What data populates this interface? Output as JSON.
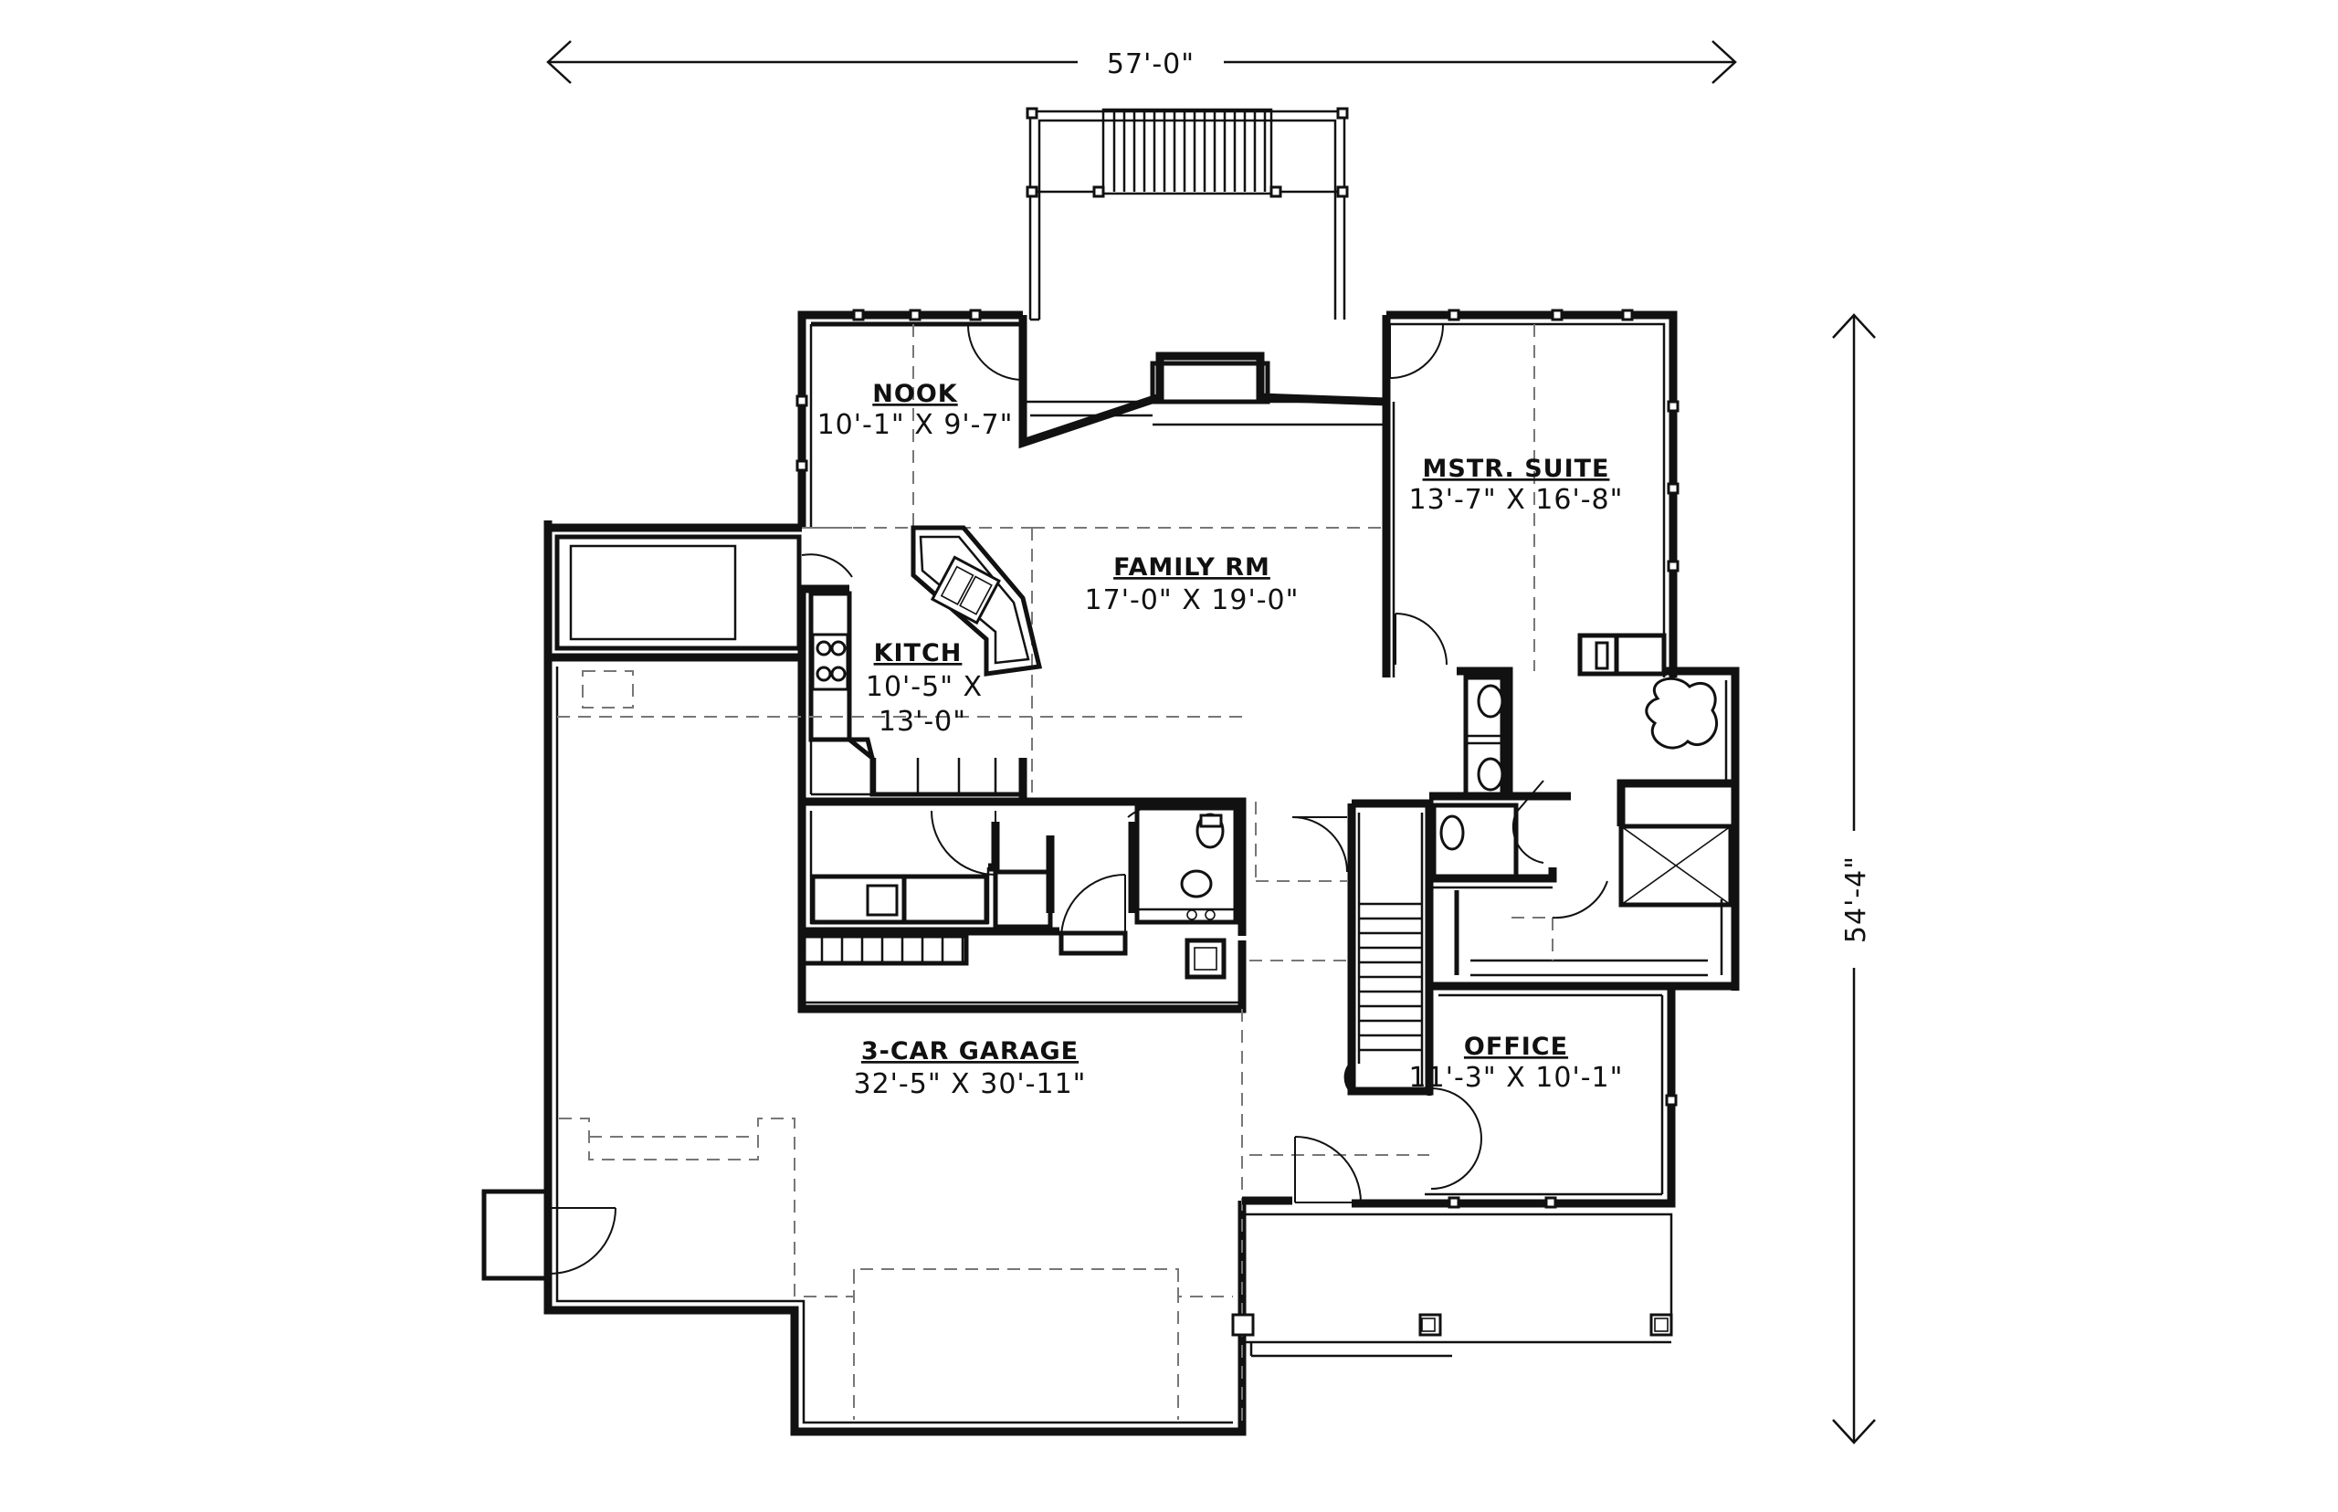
{
  "dimensions": {
    "overall_width": "57'-0\"",
    "overall_depth": "54'-4\""
  },
  "rooms": {
    "nook": {
      "name": "NOOK",
      "size": "10'-1\" X 9'-7\""
    },
    "master": {
      "name": "MSTR. SUITE",
      "size": "13'-7\" X 16'-8\""
    },
    "family": {
      "name": "FAMILY RM",
      "size": "17'-0\" X 19'-0\""
    },
    "kitchen": {
      "name": "KITCH",
      "size_line1": "10'-5\" X",
      "size_line2": "13'-0\""
    },
    "garage": {
      "name": "3-CAR GARAGE",
      "size": "32'-5\" X 30'-11\""
    },
    "office": {
      "name": "OFFICE",
      "size": "11'-3\" X 10'-1\""
    }
  }
}
